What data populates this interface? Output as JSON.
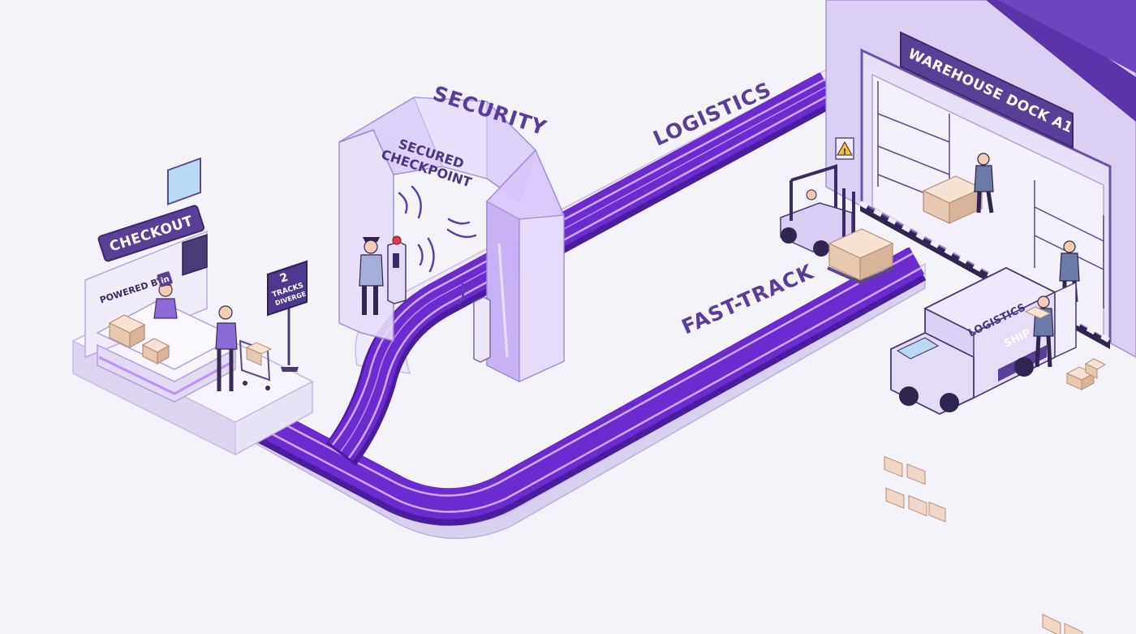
{
  "labels": {
    "checkout": "CHECKOUT",
    "powered_by": "POWERED BY",
    "powered_logo": "in",
    "diverge_number": "2",
    "diverge_line1": "TRACKS",
    "diverge_line2": "DIVERGE",
    "security": "SECURITY",
    "gate_line1": "SECURED",
    "gate_line2": "CHECKPOINT",
    "logistics": "LOGISTICS",
    "fast_track": "FAST-TRACK",
    "warehouse_sign": "WAREHOUSE DOCK A1",
    "truck_line1": "LOGISTICS",
    "truck_line2": "SHIP",
    "warning_symbol": "!"
  },
  "colors": {
    "track": "#6a2bd0",
    "track_dark": "#4a1c9e",
    "track_glow": "#d9b8ff",
    "platform": "#ece7f7",
    "platform_edge": "#c9bde6",
    "sign": "#5a3f96",
    "warehouse": "#d9cff2",
    "warehouse_dark": "#5c38a8",
    "box": "#f0d6c4",
    "box_edge": "#b58f78"
  }
}
